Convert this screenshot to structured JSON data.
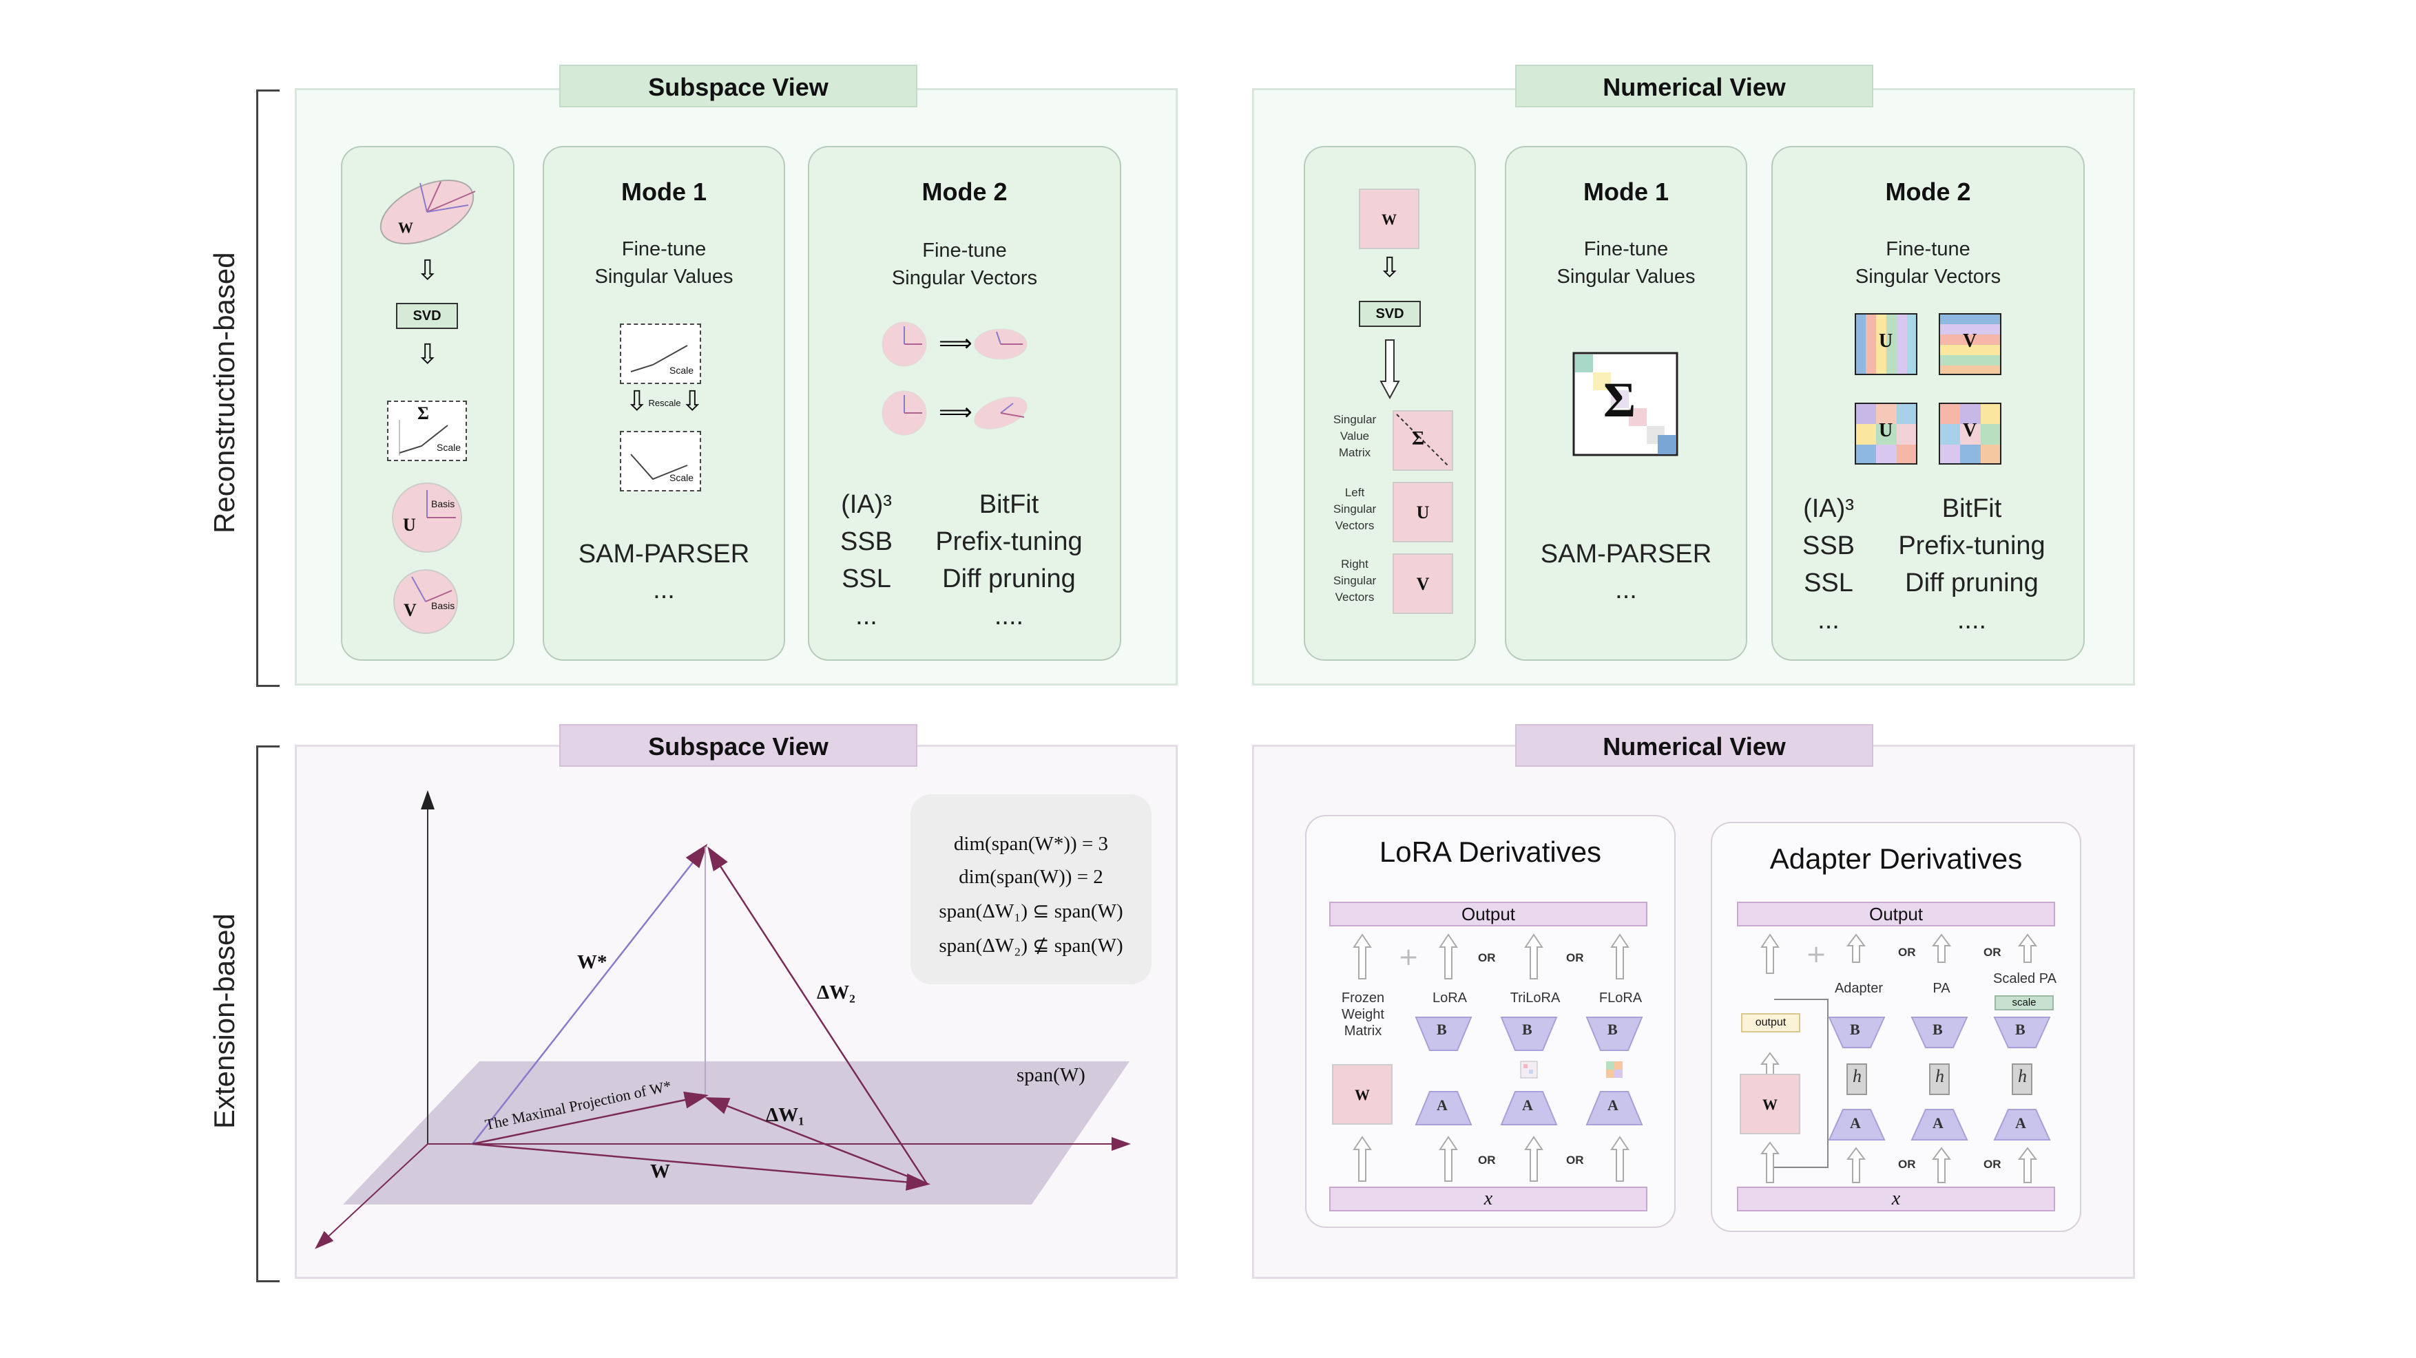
{
  "rows": {
    "top_label": "Reconstruction-based",
    "bottom_label": "Extension-based"
  },
  "top_left": {
    "title": "Subspace View",
    "left_panel": {
      "w_label": "W",
      "svd_label": "SVD",
      "sigma": "Σ",
      "scale": "Scale",
      "u": "U",
      "v": "V",
      "basis": "Basis"
    },
    "mode1": {
      "title": "Mode 1",
      "desc1": "Fine-tune",
      "desc2": "Singular Values",
      "scale": "Scale",
      "rescale": "Rescale",
      "methods": [
        "SAM-PARSER",
        "..."
      ]
    },
    "mode2": {
      "title": "Mode 2",
      "desc1": "Fine-tune",
      "desc2": "Singular Vectors",
      "methods_left": [
        "(IA)³",
        "SSB",
        "SSL",
        "..."
      ],
      "methods_right": [
        "BitFit",
        "Prefix-tuning",
        "Diff pruning",
        "...."
      ]
    }
  },
  "top_right": {
    "title": "Numerical View",
    "left_panel": {
      "w_label": "W",
      "svd_label": "SVD",
      "items": [
        {
          "label": "Singular Value Matrix",
          "glyph": "Σ"
        },
        {
          "label": "Left Singular Vectors",
          "glyph": "U"
        },
        {
          "label": "Right Singular Vectors",
          "glyph": "V"
        }
      ]
    },
    "mode1": {
      "title": "Mode 1",
      "desc1": "Fine-tune",
      "desc2": "Singular Values",
      "sigma": "Σ",
      "methods": [
        "SAM-PARSER",
        "..."
      ]
    },
    "mode2": {
      "title": "Mode 2",
      "desc1": "Fine-tune",
      "desc2": "Singular Vectors",
      "u": "U",
      "v": "V",
      "methods_left": [
        "(IA)³",
        "SSB",
        "SSL",
        "..."
      ],
      "methods_right": [
        "BitFit",
        "Prefix-tuning",
        "Diff pruning",
        "...."
      ]
    }
  },
  "bottom_left": {
    "title": "Subspace View",
    "formulas": [
      "dim(span(W*)) = 3",
      "dim(span(W)) = 2",
      "span(ΔW₁) ⊆ span(W)",
      "span(ΔW₂) ⊈ span(W)"
    ],
    "labels": {
      "w_star": "W*",
      "delta_w2": "ΔW₂",
      "delta_w1": "ΔW₁",
      "w": "W",
      "span_w": "span(W)",
      "projection": "The Maximal Projection of W*"
    }
  },
  "bottom_right": {
    "title": "Numerical View",
    "lora": {
      "title": "LoRA Derivatives",
      "output": "Output",
      "input": "x",
      "or": "OR",
      "frozen": "Frozen Weight Matrix",
      "w": "W",
      "variants": [
        "LoRA",
        "TriLoRA",
        "FLoRA"
      ],
      "b": "B",
      "a": "A"
    },
    "adapter": {
      "title": "Adapter Derivatives",
      "output": "Output",
      "input": "x",
      "or": "OR",
      "side_output": "output",
      "w": "W",
      "variants": [
        "Adapter",
        "PA",
        "Scaled PA"
      ],
      "scale": "scale",
      "b": "B",
      "a": "A",
      "h": "h"
    }
  },
  "colors": {
    "green_bg": "#f4faf5",
    "green_card": "#e6f4e8",
    "green_title": "#d6ead8",
    "purple_title": "#e2d4e6",
    "pink": "#f2d2d6",
    "lavender": "#c9c4ec",
    "arrow": "#7a2a55"
  }
}
